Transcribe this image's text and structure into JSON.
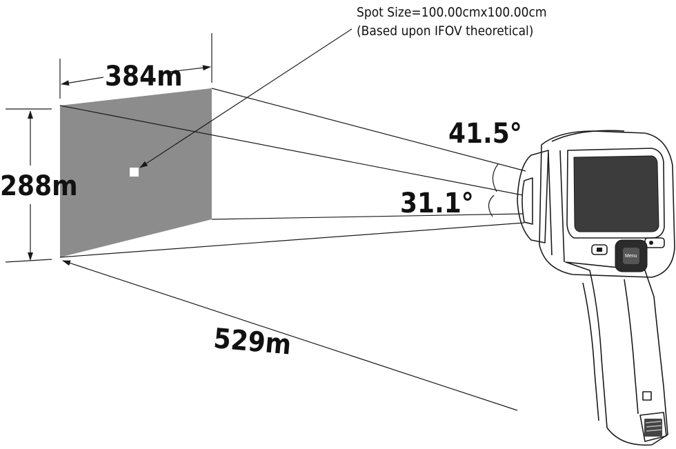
{
  "spot": {
    "line1": "Spot Size=100.00cmx100.00cm",
    "line2": "(Based upon IFOV theoretical)"
  },
  "dimensions": {
    "width": "384m",
    "height": "288m",
    "distance": "529m"
  },
  "angles": {
    "horizontal": "41.5°",
    "vertical": "31.1°"
  },
  "camera": {
    "menu_label": "Menu",
    "icon": "thermal-camera-icon"
  },
  "colors": {
    "target_plane": "#8c8c8c",
    "spot": "#ffffff"
  }
}
